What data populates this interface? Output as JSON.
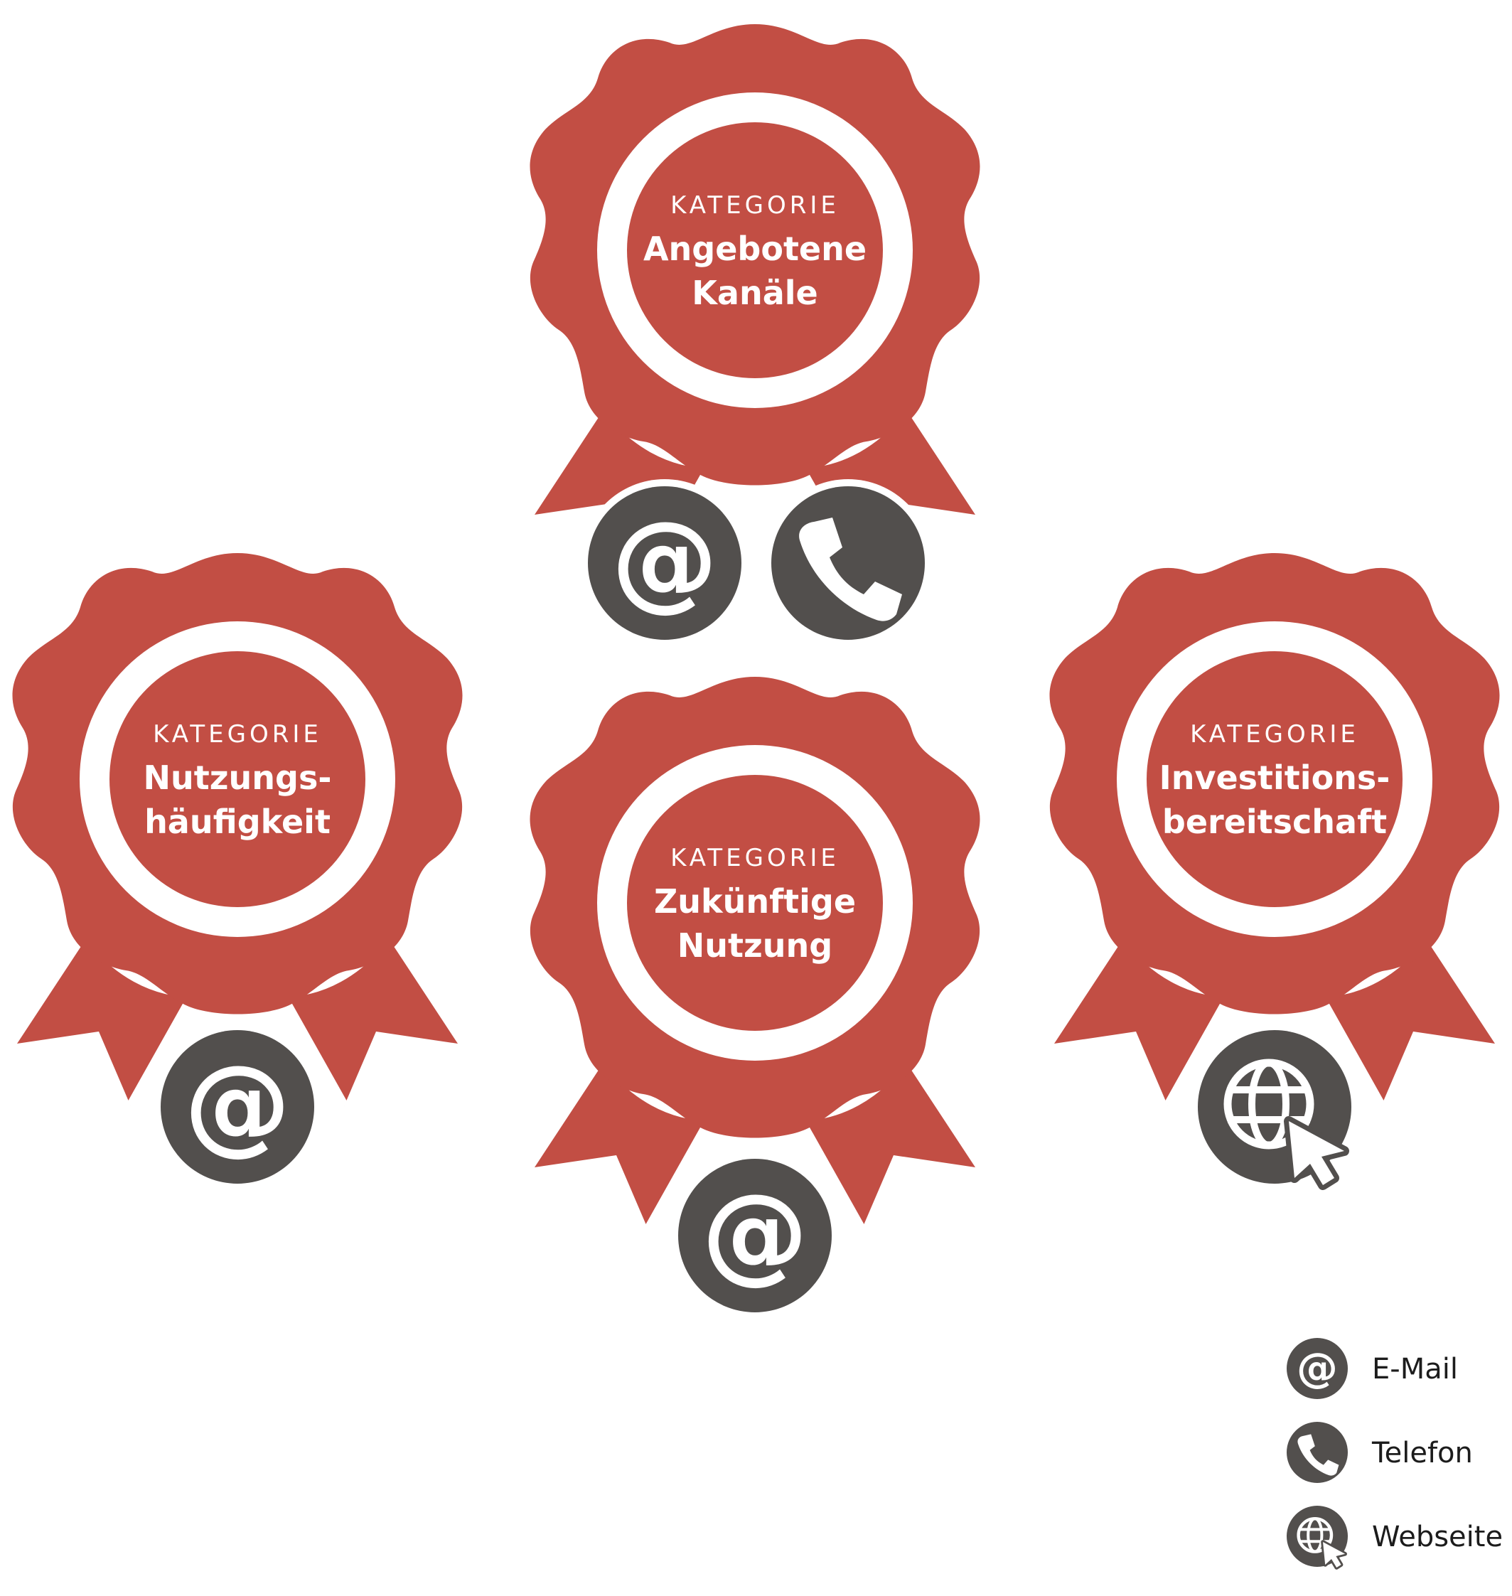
{
  "colors": {
    "badge": "#c24e44",
    "icon_circle": "#524f4d",
    "icon_glyph": "#ffffff",
    "background": "#ffffff",
    "legend_text": "#1c1c1c"
  },
  "badges": [
    {
      "kicker": "KATEGORIE",
      "title_line1": "Angebotene",
      "title_line2": "Kanäle",
      "icons": [
        "at-icon",
        "phone-icon"
      ]
    },
    {
      "kicker": "KATEGORIE",
      "title_line1": "Nutzungs-",
      "title_line2": "häufigkeit",
      "icons": [
        "at-icon"
      ]
    },
    {
      "kicker": "KATEGORIE",
      "title_line1": "Zukünftige",
      "title_line2": "Nutzung",
      "icons": [
        "at-icon"
      ]
    },
    {
      "kicker": "KATEGORIE",
      "title_line1": "Investitions-",
      "title_line2": "bereitschaft",
      "icons": [
        "globe-cursor-icon"
      ]
    }
  ],
  "legend": [
    {
      "icon": "at-icon",
      "label": "E-Mail"
    },
    {
      "icon": "phone-icon",
      "label": "Telefon"
    },
    {
      "icon": "globe-cursor-icon",
      "label": "Webseite"
    }
  ]
}
